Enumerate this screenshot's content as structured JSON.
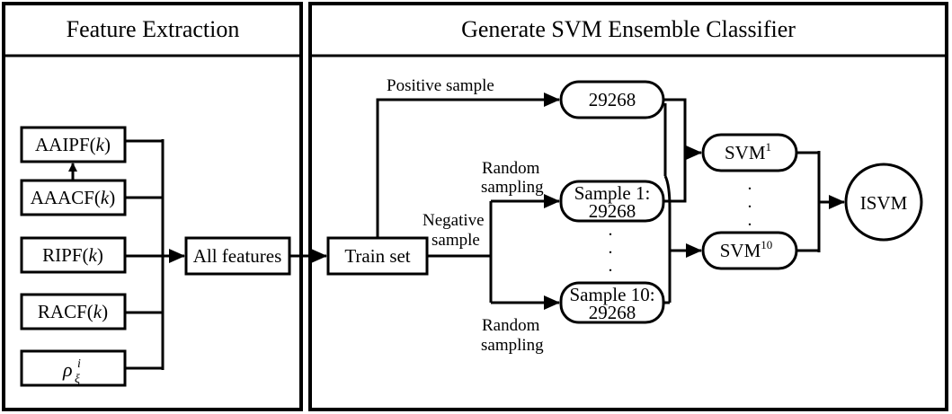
{
  "panels": {
    "left_title": "Feature Extraction",
    "right_title": "Generate SVM Ensemble Classifier"
  },
  "features": {
    "aaipf": {
      "base": "AAIPF(",
      "var": "k",
      "close": ")"
    },
    "aaacf": {
      "base": "AAACF(",
      "var": "k",
      "close": ")"
    },
    "ripf": {
      "base": "RIPF(",
      "var": "k",
      "close": ")"
    },
    "racf": {
      "base": "RACF(",
      "var": "k",
      "close": ")"
    },
    "rho": {
      "symbol": "ρ",
      "sub": "ξ",
      "sup": "i"
    }
  },
  "all_features": "All features",
  "train_set": "Train set",
  "labels": {
    "positive": "Positive sample",
    "negative_1": "Negative",
    "negative_2": "sample",
    "random_top_1": "Random",
    "random_top_2": "sampling",
    "random_bottom_1": "Random",
    "random_bottom_2": "sampling"
  },
  "samples": {
    "positive_count": "29268",
    "sample1_line1": "Sample 1:",
    "sample1_line2": "29268",
    "sample10_line1": "Sample 10:",
    "sample10_line2": "29268"
  },
  "svm": {
    "svm1_base": "SVM",
    "svm1_sup": "1",
    "svm10_base": "SVM",
    "svm10_sup": "10"
  },
  "output": "ISVM",
  "ellipsis_dot": "."
}
